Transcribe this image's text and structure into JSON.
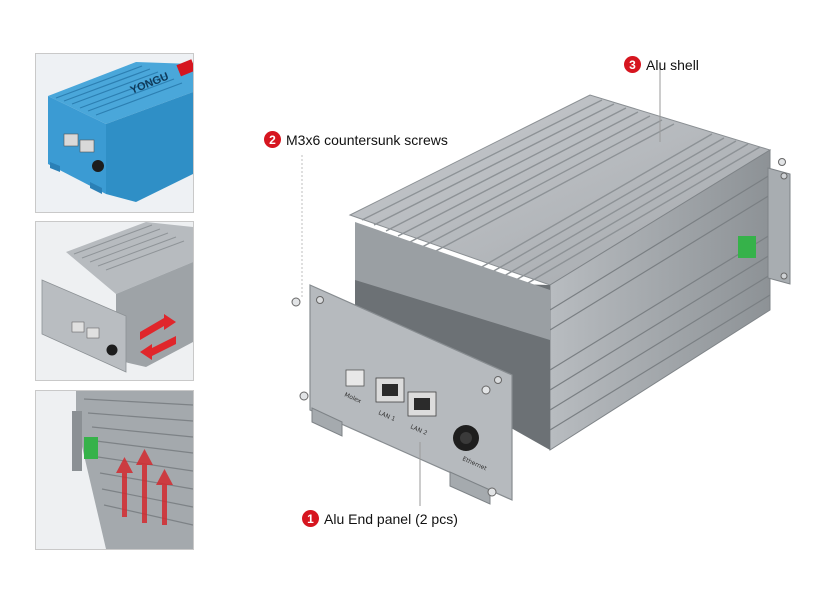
{
  "callouts": [
    {
      "number": "1",
      "label": "Alu End panel (2 pcs)"
    },
    {
      "number": "2",
      "label": "M3x6 countersunk screws"
    },
    {
      "number": "3",
      "label": "Alu shell"
    }
  ],
  "panel_labels": {
    "port_1": "LAN 1",
    "port_2": "LAN 2",
    "connector": "Molex",
    "jack": "Ethernet"
  },
  "brand": "YONGU",
  "colors": {
    "callout_badge": "#d6151f",
    "shell": "#a9adb1",
    "blue_enclosure": "#2f8fc6",
    "terminal_green": "#36b24a",
    "arrow_red": "#e0262b"
  }
}
